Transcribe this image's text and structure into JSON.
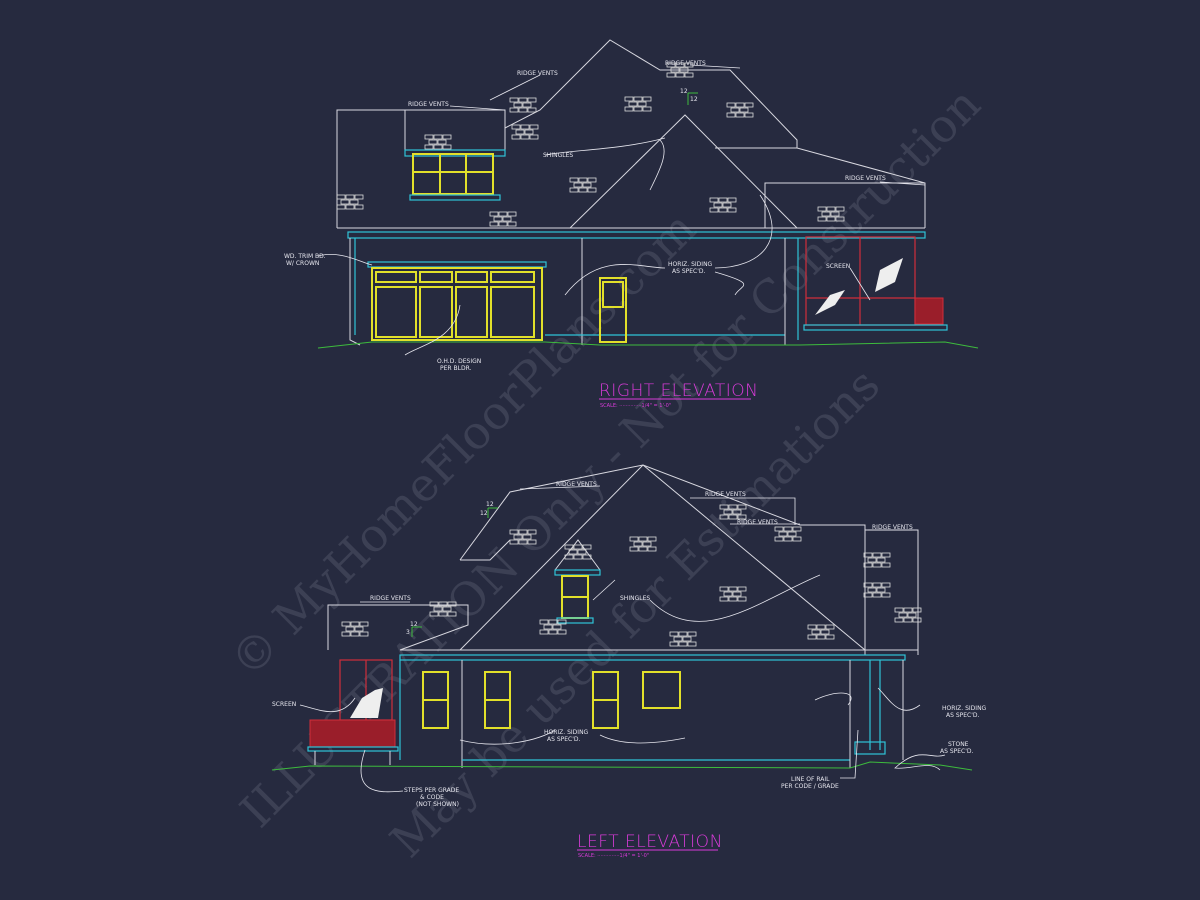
{
  "right_elevation": {
    "title": "RIGHT ELEVATION",
    "scale": "SCALE: ··············1/4\" = 1'-0\"",
    "labels": {
      "ridge_vents_1": "RIDGE VENTS",
      "ridge_vents_2": "RIDGE VENTS",
      "ridge_vents_3": "RIDGE VENTS",
      "ridge_vents_4": "RIDGE VENTS",
      "shingles": "SHINGLES",
      "trim_1": "WD. TRIM BD.",
      "trim_2": "W/ CROWN",
      "siding_1": "HORIZ. SIDING",
      "siding_2": "AS SPEC'D.",
      "screen": "SCREEN",
      "ohd_1": "O.H.D. DESIGN",
      "ohd_2": "PER BLDR.",
      "pitch_rise": "12",
      "pitch_run": "12"
    }
  },
  "left_elevation": {
    "title": "LEFT ELEVATION",
    "scale": "SCALE: ··············1/4\" = 1'-0\"",
    "labels": {
      "ridge_vents_1": "RIDGE VENTS",
      "ridge_vents_2": "RIDGE VENTS",
      "ridge_vents_3": "RIDGE VENTS",
      "ridge_vents_4": "RIDGE VENTS",
      "ridge_vents_5": "RIDGE VENTS",
      "shingles": "SHINGLES",
      "screen": "SCREEN",
      "siding_1": "HORIZ. SIDING",
      "siding_2": "AS SPEC'D.",
      "siding_r1": "HORIZ. SIDING",
      "siding_r2": "AS SPEC'D.",
      "stone_1": "STONE",
      "stone_2": "AS SPEC'D.",
      "rail_1": "LINE OF RAIL",
      "rail_2": "PER CODE / GRADE",
      "steps_1": "STEPS PER GRADE",
      "steps_2": "& CODE",
      "steps_3": "(NOT SHOWN)",
      "pitch_rise": "12",
      "pitch_run": "12",
      "pitch_low_rise": "3",
      "pitch_low_run": "12"
    }
  },
  "watermark": {
    "line1": "© MyHomeFloorPlans.com",
    "line2": "ILLUSTRATION Only - Not for Construction",
    "line3": "May be used for Estimations"
  }
}
